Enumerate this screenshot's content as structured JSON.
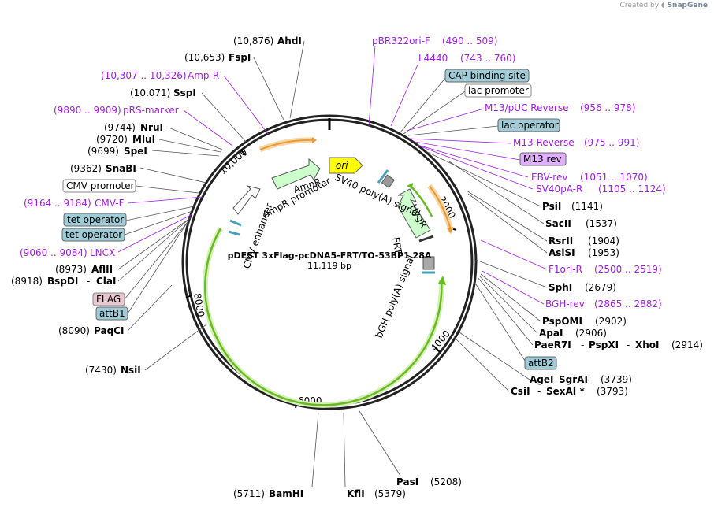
{
  "brand": {
    "created_by": "Created by",
    "name": "SnapGene"
  },
  "plasmid": {
    "name": "pDEST 3xFlag-pcDNA5-FRT/TO-53BP1 28A",
    "length_label": "11,119 bp"
  },
  "ticks": [
    "2000",
    "4000",
    "6000",
    "8000",
    "10,000"
  ],
  "features": {
    "ori": "ori",
    "ampr": "AmpR",
    "ampr_promoter": "AmpR promoter",
    "sv40_pa": "SV40 poly(A) signal",
    "hygr": "HygR",
    "frt": "FRT",
    "bgh_pa": "bGH poly(A) signal",
    "cmv_enhancer": "CMV enhancer"
  },
  "colors": {
    "ori": "#ffff00",
    "ampr": "#ccffcc",
    "primer": "#a020e0",
    "promoter_box": "#ffffff",
    "operator_box": "#a0ccd8",
    "flag_box": "#e8c8d0",
    "m13_box": "#e0b0ff",
    "bgh_arc": "#66bb22",
    "orange_arc": "#ee9933"
  },
  "left_labels": [
    {
      "pos": "(10,876)",
      "name": "AhdI"
    },
    {
      "pos": "(10,653)",
      "name": "FspI"
    },
    {
      "pos": "(10,307 .. 10,326)",
      "name": "Amp-R",
      "primer": true
    },
    {
      "pos": "(10,071)",
      "name": "SspI"
    },
    {
      "pos": "(9890 .. 9909)",
      "name": "pRS-marker",
      "primer": true
    },
    {
      "pos": "(9744)",
      "name": "NruI"
    },
    {
      "pos": "(9720)",
      "name": "MluI"
    },
    {
      "pos": "(9699)",
      "name": "SpeI"
    },
    {
      "pos": "(9362)",
      "name": "SnaBI"
    },
    {
      "name": "CMV promoter",
      "box": "promoter"
    },
    {
      "pos": "(9164 .. 9184)",
      "name": "CMV-F",
      "primer": true
    },
    {
      "name": "tet operator",
      "box": "operator"
    },
    {
      "name": "tet operator",
      "box": "operator"
    },
    {
      "pos": "(9060 .. 9084)",
      "name": "LNCX",
      "primer": true
    },
    {
      "pos": "(8973)",
      "name": "AflII"
    },
    {
      "pos": "(8918)",
      "name": "BspDI",
      "alt": "ClaI"
    },
    {
      "name": "FLAG",
      "box": "flag"
    },
    {
      "name": "attB1",
      "box": "operator"
    },
    {
      "pos": "(8090)",
      "name": "PaqCI"
    },
    {
      "pos": "(7430)",
      "name": "NsiI"
    }
  ],
  "right_labels": [
    {
      "name": "pBR322ori-F",
      "pos": "(490 .. 509)",
      "primer": true
    },
    {
      "name": "L4440",
      "pos": "(743 .. 760)",
      "primer": true
    },
    {
      "name": "CAP binding site",
      "box": "operator"
    },
    {
      "name": "lac promoter",
      "box": "promoter"
    },
    {
      "name": "M13/pUC Reverse",
      "pos": "(956 .. 978)",
      "primer": true
    },
    {
      "name": "lac operator",
      "box": "operator"
    },
    {
      "name": "M13 Reverse",
      "pos": "(975 .. 991)",
      "primer": true
    },
    {
      "name": "M13 rev",
      "box": "m13"
    },
    {
      "name": "EBV-rev",
      "pos": "(1051 .. 1070)",
      "primer": true
    },
    {
      "name": "SV40pA-R",
      "pos": "(1105 .. 1124)",
      "primer": true
    },
    {
      "name": "PsiI",
      "pos": "(1141)"
    },
    {
      "name": "SacII",
      "pos": "(1537)"
    },
    {
      "name": "RsrII",
      "pos": "(1904)"
    },
    {
      "name": "AsiSI",
      "pos": "(1953)"
    },
    {
      "name": "F1ori-R",
      "pos": "(2500 .. 2519)",
      "primer": true
    },
    {
      "name": "SphI",
      "pos": "(2679)"
    },
    {
      "name": "BGH-rev",
      "pos": "(2865 .. 2882)",
      "primer": true
    },
    {
      "name": "PspOMI",
      "pos": "(2902)"
    },
    {
      "name": "ApaI",
      "pos": "(2906)"
    },
    {
      "name": "PaeR7I",
      "alt": "PspXI",
      "alt2": "XhoI",
      "pos": "(2914)"
    },
    {
      "name": "attB2",
      "box": "operator"
    },
    {
      "name": "AgeI",
      "alt": "SgrAI",
      "pos": "(3739)"
    },
    {
      "name": "CsiI",
      "alt": "SexAI *",
      "pos": "(3793)"
    }
  ],
  "bottom_labels": [
    {
      "name": "PasI",
      "pos": "(5208)"
    },
    {
      "pos": "(5711)",
      "name": "BamHI"
    },
    {
      "name": "KflI",
      "pos": "(5379)"
    }
  ],
  "sep": "-"
}
